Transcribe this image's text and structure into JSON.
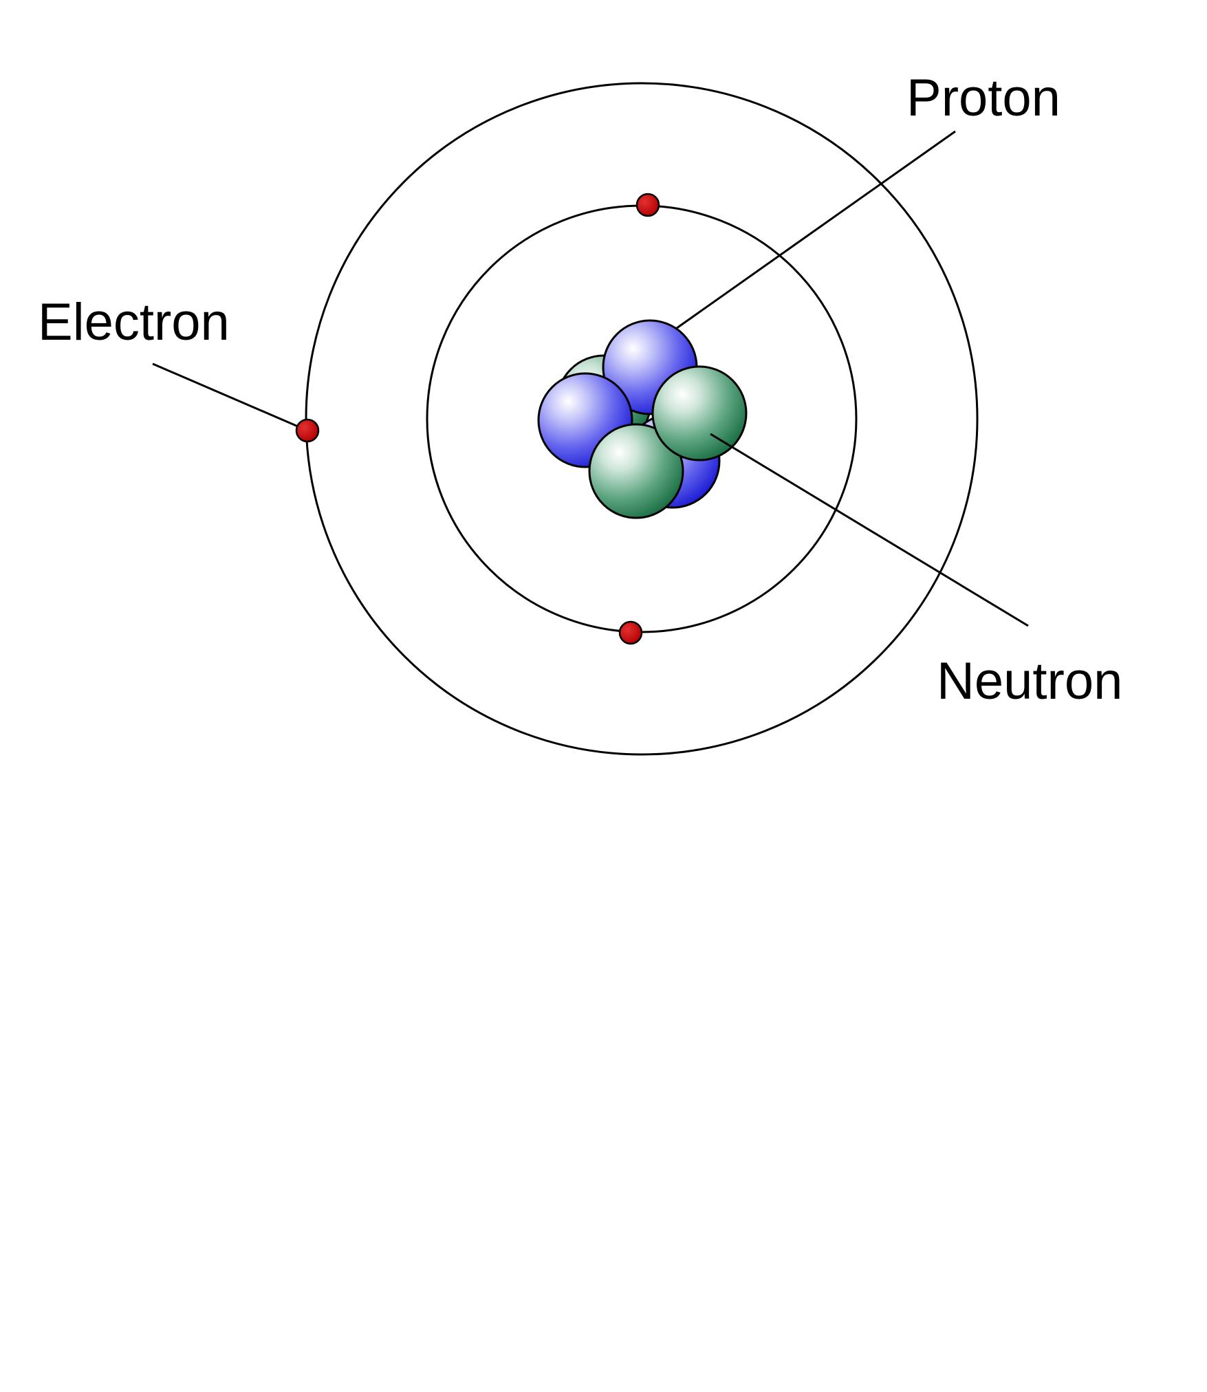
{
  "labels": {
    "proton": "Proton",
    "electron": "Electron",
    "neutron": "Neutron"
  },
  "colors": {
    "background": "#ffffff",
    "orbit_line": "#000000",
    "electron": "#cc0000",
    "proton": "#3a3ae6",
    "neutron": "#2e8a5a"
  }
}
